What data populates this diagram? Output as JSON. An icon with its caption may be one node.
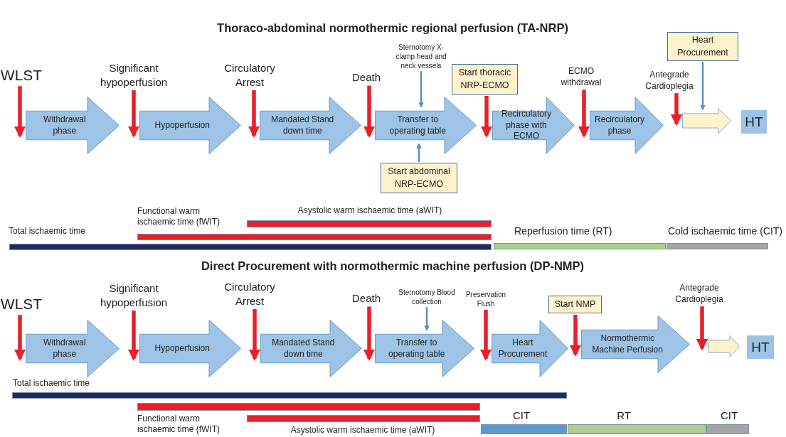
{
  "diagram": {
    "nodes": [
      {
        "text": [
          "WLST"
        ]
      },
      {
        "text": [
          "Significant hypoperfusion"
        ]
      },
      {
        "text": [
          "Circulatory Arrest"
        ]
      },
      {
        "text": [
          "Death"
        ]
      },
      {
        "text": [
          "Sternotomy X-clamp head and neck vessels"
        ]
      },
      {
        "text": [
          "Start thoracic NRP-ECMO"
        ]
      },
      {
        "text": [
          "ECMO withdrawal"
        ]
      },
      {
        "text": [
          "Antegrade Cardioplegia"
        ]
      },
      {
        "text": [
          "Heart Procurement"
        ]
      },
      {
        "text": [
          "Withdrawal phase"
        ]
      },
      {
        "text": [
          "Hypoperfusion"
        ]
      },
      {
        "text": [
          "Mandated Stand down time"
        ]
      },
      {
        "text": [
          "Transfer to operating table"
        ]
      },
      {
        "text": [
          "Recirculatory phase with ECMO"
        ]
      },
      {
        "text": [
          "Recirculatory phase"
        ]
      },
      {
        "text": [],
        "shape": "arrow"
      },
      {
        "text": [
          "HT"
        ]
      },
      {
        "text": [
          "Start abdominal NRP-ECMO"
        ]
      },
      {
        "text": [
          "Total ischaemic time"
        ]
      },
      {
        "text": [
          "Functional warm ischaemic time (fWIT)"
        ]
      },
      {
        "text": [
          "Asystolic warm ischaemic time (aWIT)"
        ]
      },
      {
        "text": [
          "Reperfusion time (RT)"
        ]
      },
      {
        "text": [
          "Cold ischaemic time (CIT)"
        ]
      },
      {
        "text": [
          "WLST"
        ]
      },
      {
        "text": [
          "Significant hypoperfusion"
        ]
      },
      {
        "text": [
          "Circulatory Arrest"
        ]
      },
      {
        "text": [
          "Death"
        ]
      },
      {
        "text": [
          "Sternotomy Blood collection"
        ]
      },
      {
        "text": [
          "Preservation Flush"
        ]
      },
      {
        "text": [
          "Start NMP"
        ]
      },
      {
        "text": [
          "Antegrade Cardioplegia"
        ]
      },
      {
        "text": [
          "Withdrawal phase"
        ]
      },
      {
        "text": [
          "Hypoperfusion"
        ]
      },
      {
        "text": [
          "Mandated Stand down time"
        ]
      },
      {
        "text": [
          "Transfer to operating table"
        ]
      },
      {
        "text": [
          "Heart Procurement"
        ]
      },
      {
        "text": [
          "Normothermic Machine Perfusion"
        ]
      },
      {
        "text": [],
        "shape": "arrow"
      },
      {
        "text": [
          "HT"
        ]
      },
      {
        "text": [
          "Total ischaemic time"
        ]
      },
      {
        "text": [
          "Functional warm ischaemic time (fWIT)"
        ]
      },
      {
        "text": [
          "Asystolic warm ischaemic time (aWIT)"
        ]
      },
      {
        "text": [
          "CIT"
        ]
      },
      {
        "text": [
          "RT"
        ]
      },
      {
        "text": [
          "CIT"
        ]
      }
    ],
    "edges": [
      {
        "from": 0,
        "to": 9,
        "arrow": "to"
      },
      {
        "from": 1,
        "to": 10,
        "arrow": "to"
      },
      {
        "from": 2,
        "to": 11,
        "arrow": "to"
      },
      {
        "from": 3,
        "to": 12,
        "arrow": "to"
      },
      {
        "from": 4,
        "to": 12,
        "arrow": "to",
        "color": "#5b8fc7"
      },
      {
        "from": 5,
        "to": 13,
        "arrow": "to"
      },
      {
        "from": 6,
        "to": 14,
        "arrow": "to"
      },
      {
        "from": 7,
        "to": 15,
        "arrow": "to"
      },
      {
        "from": 8,
        "to": 15,
        "arrow": "to",
        "color": "#5b8fc7"
      },
      {
        "from": 17,
        "to": 12,
        "arrow": "to",
        "color": "#5b8fc7"
      },
      {
        "from": 23,
        "to": 31,
        "arrow": "to"
      },
      {
        "from": 24,
        "to": 32,
        "arrow": "to"
      },
      {
        "from": 25,
        "to": 33,
        "arrow": "to"
      },
      {
        "from": 26,
        "to": 34,
        "arrow": "to"
      },
      {
        "from": 27,
        "to": 34,
        "arrow": "to",
        "color": "#5b8fc7"
      },
      {
        "from": 28,
        "to": 35,
        "arrow": "to"
      },
      {
        "from": 29,
        "to": 36,
        "arrow": "to"
      },
      {
        "from": 30,
        "to": 37,
        "arrow": "to"
      }
    ],
    "labels": [
      "Thoraco-abdominal normothermic regional perfusion (TA-NRP)",
      "Direct Procurement with normothermic machine perfusion (DP-NMP)"
    ]
  }
}
